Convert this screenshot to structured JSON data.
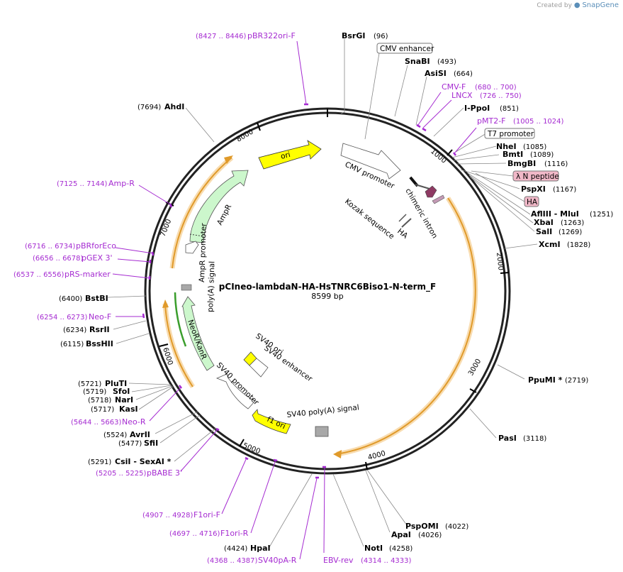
{
  "brand": {
    "prefix": "Created by",
    "name": "SnapGene"
  },
  "plasmid": {
    "name": "pCIneo-lambdaN-HA-HsTNRC6Biso1-N-term_F",
    "length_label": "8599 bp",
    "length": 8599
  },
  "ruler_ticks": [
    "1000",
    "2000",
    "3000",
    "4000",
    "5000",
    "6000",
    "7000",
    "8000"
  ],
  "sites": [
    {
      "name": "BsrGI",
      "pos": "(96)",
      "bp": 96
    },
    {
      "name": "SnaBI",
      "pos": "(493)",
      "bp": 493
    },
    {
      "name": "AsiSI",
      "pos": "(664)",
      "bp": 664
    },
    {
      "name": "I-PpoI",
      "pos": "(851)",
      "bp": 851
    },
    {
      "name": "NheI",
      "pos": "(1085)",
      "bp": 1085
    },
    {
      "name": "BmtI",
      "pos": "(1089)",
      "bp": 1089
    },
    {
      "name": "BmgBI",
      "pos": "(1116)",
      "bp": 1116
    },
    {
      "name": "PspXI",
      "pos": "(1167)",
      "bp": 1167
    },
    {
      "name": "AflIII  - MluI",
      "pos": "(1251)",
      "bp": 1251
    },
    {
      "name": "XbaI",
      "pos": "(1263)",
      "bp": 1263
    },
    {
      "name": "SalI",
      "pos": "(1269)",
      "bp": 1269
    },
    {
      "name": "XcmI",
      "pos": "(1828)",
      "bp": 1828
    },
    {
      "name": "PpuMI *",
      "pos": "(2719)",
      "bp": 2719
    },
    {
      "name": "PasI",
      "pos": "(3118)",
      "bp": 3118
    },
    {
      "name": "PspOMI",
      "pos": "(4022)",
      "bp": 4022
    },
    {
      "name": "ApaI",
      "pos": "(4026)",
      "bp": 4026
    },
    {
      "name": "NotI",
      "pos": "(4258)",
      "bp": 4258
    },
    {
      "name": "HpaI",
      "pos": "(4424)",
      "bp": 4424
    },
    {
      "name": "CsiI  - SexAI *",
      "pos": "(5291)",
      "bp": 5291
    },
    {
      "name": "SfiI",
      "pos": "(5477)",
      "bp": 5477
    },
    {
      "name": "AvrII",
      "pos": "(5524)",
      "bp": 5524
    },
    {
      "name": "KasI",
      "pos": "(5717)",
      "bp": 5717
    },
    {
      "name": "NarI",
      "pos": "(5718)",
      "bp": 5718
    },
    {
      "name": "SfoI",
      "pos": "(5719)",
      "bp": 5719
    },
    {
      "name": "PluTI",
      "pos": "(5721)",
      "bp": 5721
    },
    {
      "name": "BssHII",
      "pos": "(6115)",
      "bp": 6115
    },
    {
      "name": "RsrII",
      "pos": "(6234)",
      "bp": 6234
    },
    {
      "name": "BstBI",
      "pos": "(6400)",
      "bp": 6400
    },
    {
      "name": "AhdI",
      "pos": "(7694)",
      "bp": 7694
    }
  ],
  "primers": [
    {
      "name": "pBR322ori-F",
      "range": "(8427 .. 8446)"
    },
    {
      "name": "CMV-F",
      "range": "(680 .. 700)"
    },
    {
      "name": "LNCX",
      "range": "(726 .. 750)"
    },
    {
      "name": "pMT2-F",
      "range": "(1005 .. 1024)"
    },
    {
      "name": "Amp-R",
      "range": "(7125 .. 7144)"
    },
    {
      "name": "pBRforEco",
      "range": "(6716 .. 6734)"
    },
    {
      "name": "pGEX 3'",
      "range": "(6656 .. 6678)"
    },
    {
      "name": "pRS-marker",
      "range": "(6537 .. 6556)"
    },
    {
      "name": "Neo-F",
      "range": "(6254 .. 6273)"
    },
    {
      "name": "Neo-R",
      "range": "(5644 .. 5663)"
    },
    {
      "name": "pBABE 3'",
      "range": "(5205 .. 5225)"
    },
    {
      "name": "F1ori-F",
      "range": "(4907 .. 4928)"
    },
    {
      "name": "F1ori-R",
      "range": "(4697 .. 4716)"
    },
    {
      "name": "SV40pA-R",
      "range": "(4368 .. 4387)"
    },
    {
      "name": "EBV-rev",
      "range": "(4314 .. 4333)"
    }
  ],
  "boxed_labels": [
    "CMV enhancer",
    "T7 promoter",
    "λ N peptide",
    "HA"
  ],
  "features": [
    "ori",
    "CMV promoter",
    "chimeric intron",
    "Kozak sequence",
    "HA",
    "AmpR",
    "AmpR promoter",
    "poly(A) signal",
    "NeoR/KanR",
    "SV40 ori",
    "SV40 enhancer",
    "SV40 promoter",
    "f1 ori",
    "SV40 poly(A) signal"
  ],
  "colors": {
    "primer": "#a52bd1",
    "ori": "#ffff00",
    "ampr": "#ccf7cc",
    "orf": "#f5b13c",
    "boxed_pink": "#f1b8c8",
    "backbone": "#222222"
  }
}
